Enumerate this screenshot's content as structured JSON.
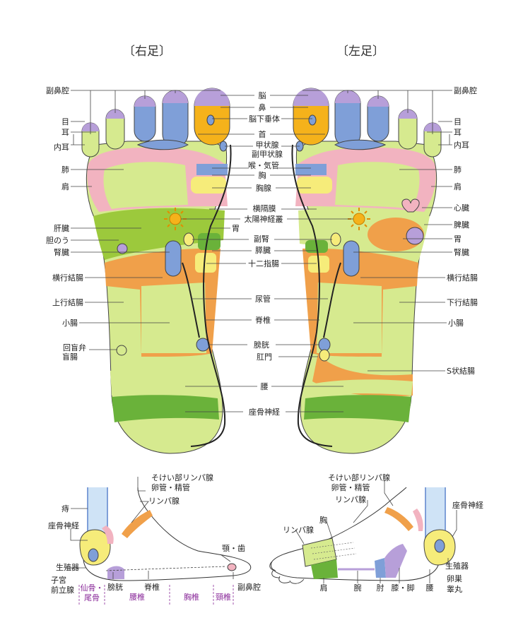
{
  "headings": {
    "right_foot": "〔右足〕",
    "left_foot": "〔左足〕"
  },
  "colors": {
    "lime": "#d6ea8f",
    "green": "#9cc93c",
    "deep_green": "#6ab23a",
    "orange": "#f0a04a",
    "blue": "#7f9fd8",
    "purple": "#b79fd9",
    "pink": "#f2b3c0",
    "yellow": "#f6ec7a",
    "gold": "#f5b21b",
    "outline": "#444444"
  },
  "center_labels": {
    "brain": "脳",
    "nose": "鼻",
    "pituitary": "脳下垂体",
    "neck": "首",
    "thyroid": "甲状腺",
    "parathyroid": "副甲状腺",
    "throat": "喉・気管",
    "chest": "胸",
    "thymus": "胸腺",
    "diaphragm": "横隔膜",
    "solar_plexus": "太陽神経叢",
    "adrenal": "副腎",
    "pancreas": "膵臓",
    "duodenum": "十二指腸",
    "ureter": "尿管",
    "spine": "脊椎",
    "bladder": "膀胱",
    "anus": "肛門",
    "lumbar": "腰",
    "sciatic": "座骨神経"
  },
  "right_labels": {
    "sinus": "副鼻腔",
    "eye": "目",
    "ear": "耳",
    "inner_ear": "内耳",
    "lung": "肺",
    "shoulder": "肩",
    "liver": "肝臓",
    "gallbladder": "胆のう",
    "kidney": "腎臓",
    "transverse_colon": "横行結腸",
    "ascending_colon": "上行結腸",
    "small_intestine": "小腸",
    "ileocecal": "回盲弁",
    "cecum": "盲腸",
    "stomach": "胃"
  },
  "left_labels": {
    "sinus": "副鼻腔",
    "eye": "目",
    "ear": "耳",
    "inner_ear": "内耳",
    "lung": "肺",
    "shoulder": "肩",
    "heart": "心臓",
    "spleen": "脾臓",
    "stomach": "胃",
    "kidney": "腎臓",
    "transverse_colon": "横行結腸",
    "descending_colon": "下行結腸",
    "small_intestine": "小腸",
    "sigmoid_colon": "S状結腸"
  },
  "inner_view": {
    "lymph_groin": "そけい部リンパ腺",
    "oviduct": "卵管・精管",
    "lymph": "リンパ腺",
    "hemorrhoid": "痔",
    "sciatic": "座骨神経",
    "genital": "生殖器",
    "uterus": "子宮",
    "prostate": "前立腺",
    "bladder": "膀胱",
    "spine": "脊椎",
    "jaw_teeth": "顎・歯",
    "sinus": "副鼻腔",
    "seg_sacrum": "仙骨・",
    "seg_coccyx": "尾骨",
    "seg_lumbar": "腰椎",
    "seg_thoracic": "胸椎",
    "seg_cervical": "頸椎"
  },
  "outer_view": {
    "lymph_groin": "そけい部リンパ腺",
    "oviduct": "卵管・精管",
    "lymph_top": "リンパ腺",
    "chest": "胸",
    "lymph_left": "リンパ腺",
    "sciatic": "座骨神経",
    "genital": "生殖器",
    "ovary": "卵巣",
    "testis": "睾丸",
    "shoulder": "肩",
    "arm": "腕",
    "elbow": "肘",
    "knee_leg": "膝・脚",
    "lumbar": "腰"
  }
}
